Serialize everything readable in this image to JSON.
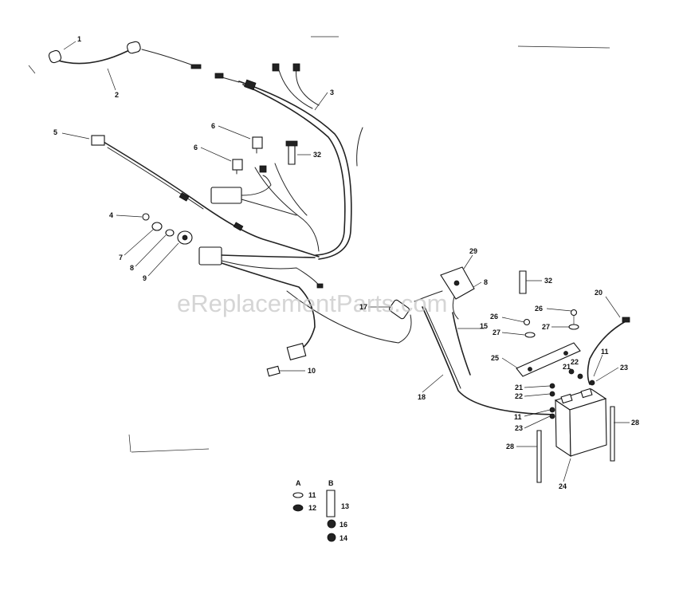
{
  "watermark": "eReplacementParts.com",
  "hardware_legend": {
    "group_a_title": "A",
    "group_b_title": "B"
  },
  "callouts": [
    {
      "id": "c1",
      "text": "1"
    },
    {
      "id": "c2",
      "text": "2"
    },
    {
      "id": "c3",
      "text": "3"
    },
    {
      "id": "c5",
      "text": "5"
    },
    {
      "id": "c6a",
      "text": "6"
    },
    {
      "id": "c6b",
      "text": "6"
    },
    {
      "id": "c32a",
      "text": "32"
    },
    {
      "id": "c4",
      "text": "4"
    },
    {
      "id": "c7",
      "text": "7"
    },
    {
      "id": "c8a",
      "text": "8"
    },
    {
      "id": "c9",
      "text": "9"
    },
    {
      "id": "c10",
      "text": "10"
    },
    {
      "id": "c17",
      "text": "17"
    },
    {
      "id": "c29",
      "text": "29"
    },
    {
      "id": "c8b",
      "text": "8"
    },
    {
      "id": "c32b",
      "text": "32"
    },
    {
      "id": "c20",
      "text": "20"
    },
    {
      "id": "c26a",
      "text": "26"
    },
    {
      "id": "c26b",
      "text": "26"
    },
    {
      "id": "c27a",
      "text": "27"
    },
    {
      "id": "c27b",
      "text": "27"
    },
    {
      "id": "c15",
      "text": "15"
    },
    {
      "id": "c25",
      "text": "25"
    },
    {
      "id": "c11a",
      "text": "11"
    },
    {
      "id": "c21a",
      "text": "21"
    },
    {
      "id": "c22a",
      "text": "22"
    },
    {
      "id": "c23a",
      "text": "23"
    },
    {
      "id": "c21b",
      "text": "21"
    },
    {
      "id": "c22b",
      "text": "22"
    },
    {
      "id": "c18",
      "text": "18"
    },
    {
      "id": "c11b",
      "text": "11"
    },
    {
      "id": "c23b",
      "text": "23"
    },
    {
      "id": "c28a",
      "text": "28"
    },
    {
      "id": "c28b",
      "text": "28"
    },
    {
      "id": "c24",
      "text": "24"
    },
    {
      "id": "c11c",
      "text": "11"
    },
    {
      "id": "c12",
      "text": "12"
    },
    {
      "id": "c13",
      "text": "13"
    },
    {
      "id": "c16",
      "text": "16"
    },
    {
      "id": "c14",
      "text": "14"
    }
  ]
}
